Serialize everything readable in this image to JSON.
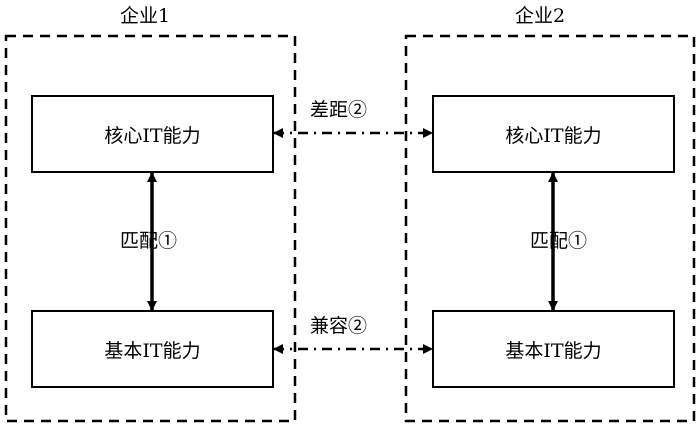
{
  "enterprises": [
    {
      "title": "企业1",
      "core_box": "核心IT能力",
      "basic_box": "基本IT能力",
      "vertical_link_label": "匹配①"
    },
    {
      "title": "企业2",
      "core_box": "核心IT能力",
      "basic_box": "基本IT能力",
      "vertical_link_label": "匹配①"
    }
  ],
  "cross_links": {
    "core": "差距②",
    "basic": "兼容②"
  }
}
